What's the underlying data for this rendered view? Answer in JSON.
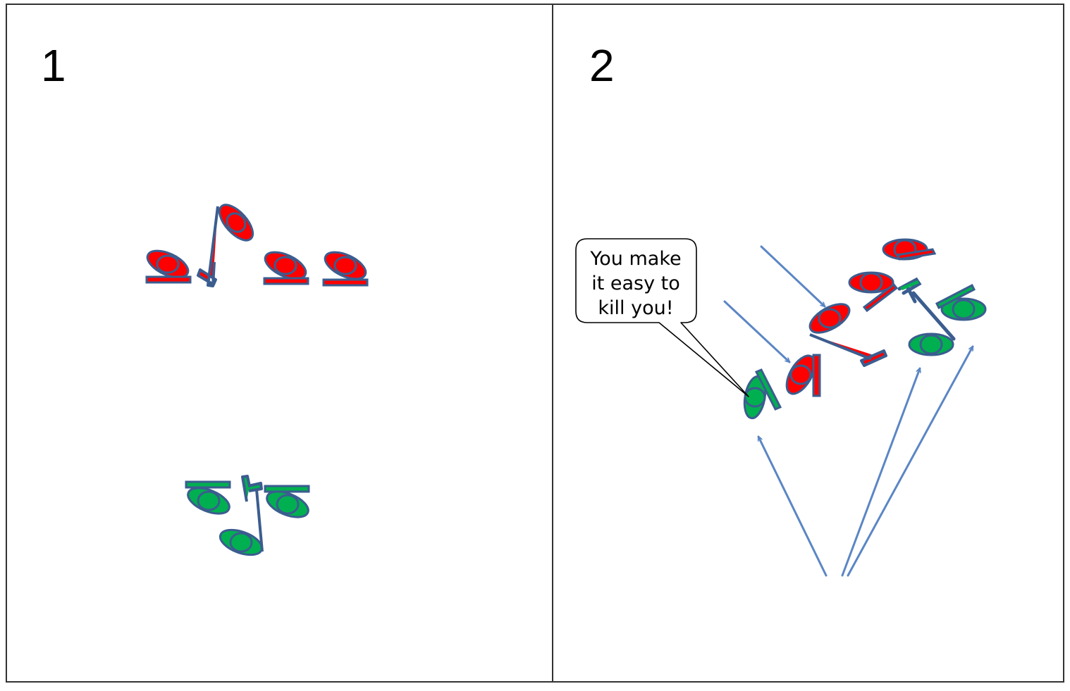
{
  "panels": [
    {
      "number": "1"
    },
    {
      "number": "2"
    }
  ],
  "speech_bubble": {
    "lines": [
      "You make",
      "it easy to",
      "kill you!"
    ]
  },
  "colors": {
    "red_team": "#ff0000",
    "green_team": "#00b050",
    "outline": "#3b5d8f",
    "arrow": "#5b86c4",
    "frame": "#333333"
  }
}
